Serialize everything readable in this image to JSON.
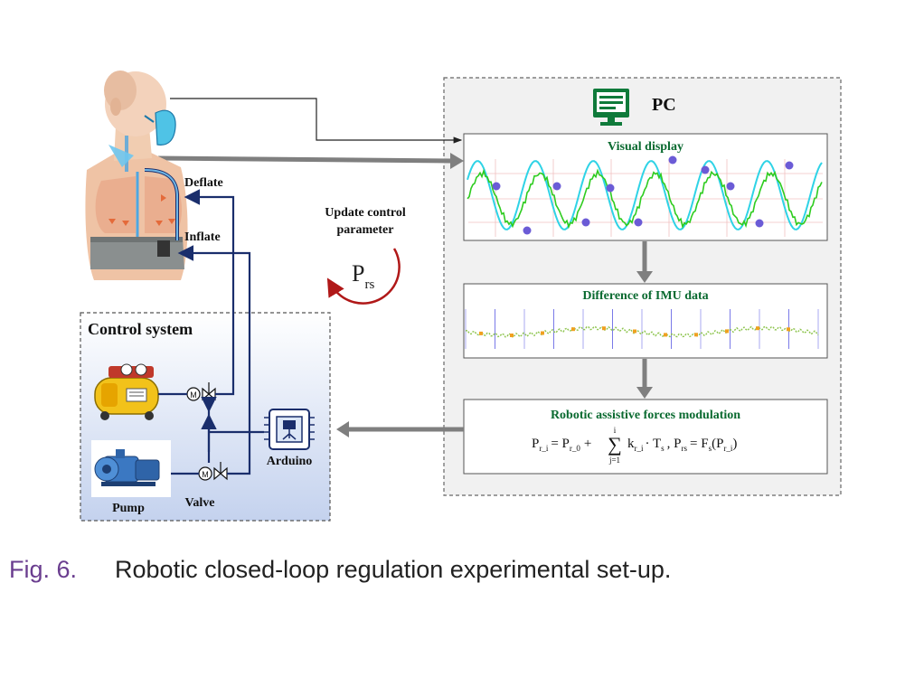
{
  "pc": {
    "title": "PC"
  },
  "visual_display": {
    "title": "Visual display"
  },
  "imu": {
    "title": "Difference of IMU data"
  },
  "robotic": {
    "title": "Robotic assistive forces modulation"
  },
  "update": {
    "line1": "Update control",
    "line2": "parameter",
    "symbol": "P",
    "subscript": "rs"
  },
  "hose": {
    "deflate": "Deflate",
    "inflate": "Inflate"
  },
  "control": {
    "title": "Control system",
    "pump": "Pump",
    "valve": "Valve",
    "arduino": "Arduino"
  },
  "formula": {
    "lhs": "P",
    "lhs_sub": "r_i",
    "eq1": "= P",
    "p0_sub": "r_0",
    "plus": "+",
    "sum_top": "i",
    "sum_bottom": "j=1",
    "k": "k",
    "k_sub": "r_i",
    "dot": "· T",
    "ts_sub": "s",
    "comma": ", P",
    "prs_sub": "rs",
    "eq2": "= F",
    "fs_sub": "s",
    "tail": "(P",
    "tail_sub": "r_i",
    "close": ")"
  },
  "caption": {
    "number": "Fig. 6.",
    "text": "Robotic closed-loop regulation experimental set-up."
  },
  "colors": {
    "navy": "#1a2e6c",
    "green_box": "#0f7a3a",
    "gray_arrow": "#7f7f7f",
    "red_loop": "#b01818",
    "control_bg": "#d9e2f3"
  }
}
